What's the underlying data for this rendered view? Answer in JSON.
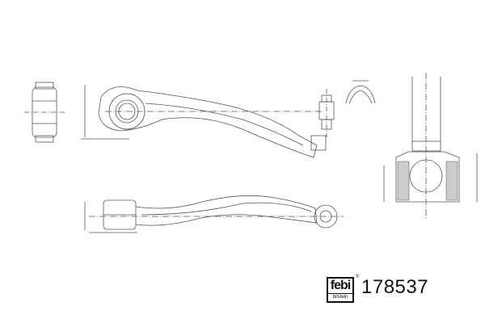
{
  "brand": {
    "logo_text": "febi",
    "logo_subtext": "bilstein",
    "registered_mark": "®"
  },
  "part_number": "178537",
  "colors": {
    "line": "#555555",
    "ink": "#111111"
  }
}
